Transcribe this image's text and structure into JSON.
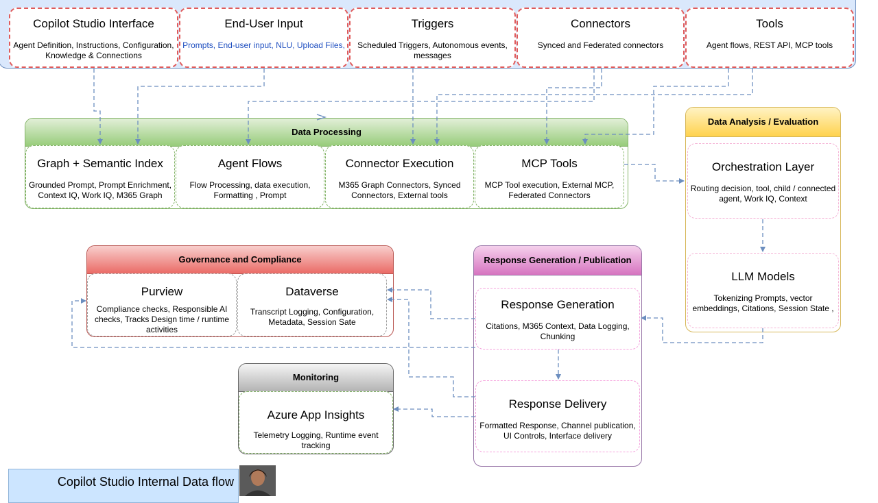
{
  "sources": [
    {
      "title": "Copilot Studio Interface",
      "desc": "Agent Definition, Instructions, Configuration, Knowledge & Connections"
    },
    {
      "title": "End-User Input",
      "desc": "Prompts, End-user input, NLU, Upload Files,"
    },
    {
      "title": "Triggers",
      "desc": "Scheduled Triggers, Autonomous events, messages"
    },
    {
      "title": "Connectors",
      "desc": "Synced and Federated connectors"
    },
    {
      "title": "Tools",
      "desc": "Agent flows, REST API, MCP tools"
    }
  ],
  "data_processing": {
    "header": "Data Processing",
    "cells": [
      {
        "title": "Graph + Semantic Index",
        "desc": "Grounded Prompt, Prompt Enrichment, Context IQ, Work IQ, M365 Graph"
      },
      {
        "title": "Agent Flows",
        "desc": "Flow Processing, data execution, Formatting , Prompt"
      },
      {
        "title": "Connector Execution",
        "desc": "M365 Graph Connectors, Synced Connectors, External tools"
      },
      {
        "title": "MCP Tools",
        "desc": "MCP Tool execution, External MCP, Federated Connectors"
      }
    ]
  },
  "analysis": {
    "header": "Data Analysis / Evaluation",
    "cells": [
      {
        "title": "Orchestration Layer",
        "desc": "Routing decision, tool, child / connected agent, Work IQ, Context"
      },
      {
        "title": "LLM Models",
        "desc": "Tokenizing Prompts, vector embeddings, Citations, Session State ,"
      }
    ]
  },
  "governance": {
    "header": "Governance and Compliance",
    "cells": [
      {
        "title": "Purview",
        "desc": "Compliance checks, Responsible AI checks, Tracks Design time / runtime activities"
      },
      {
        "title": "Dataverse",
        "desc": "Transcript Logging, Configuration, Metadata, Session Sate"
      }
    ]
  },
  "response": {
    "header": "Response Generation / Publication",
    "cells": [
      {
        "title": "Response Generation",
        "desc": "Citations, M365 Context, Data Logging, Chunking"
      },
      {
        "title": "Response Delivery",
        "desc": "Formatted Response, Channel publication, UI Controls, Interface delivery"
      }
    ]
  },
  "monitoring": {
    "header": "Monitoring",
    "cells": [
      {
        "title": "Azure App Insights",
        "desc": "Telemetry Logging, Runtime event tracking"
      }
    ]
  },
  "footer": {
    "title": "Copilot Studio Internal Data flow"
  },
  "colors": {
    "arrow": "#6c8ebf",
    "source_border": "#e05a5a",
    "processing_border": "#82b366",
    "analysis_border": "#d6b656",
    "governance_border": "#b85450",
    "response_border": "#9673a6",
    "monitoring_border": "#666666"
  }
}
